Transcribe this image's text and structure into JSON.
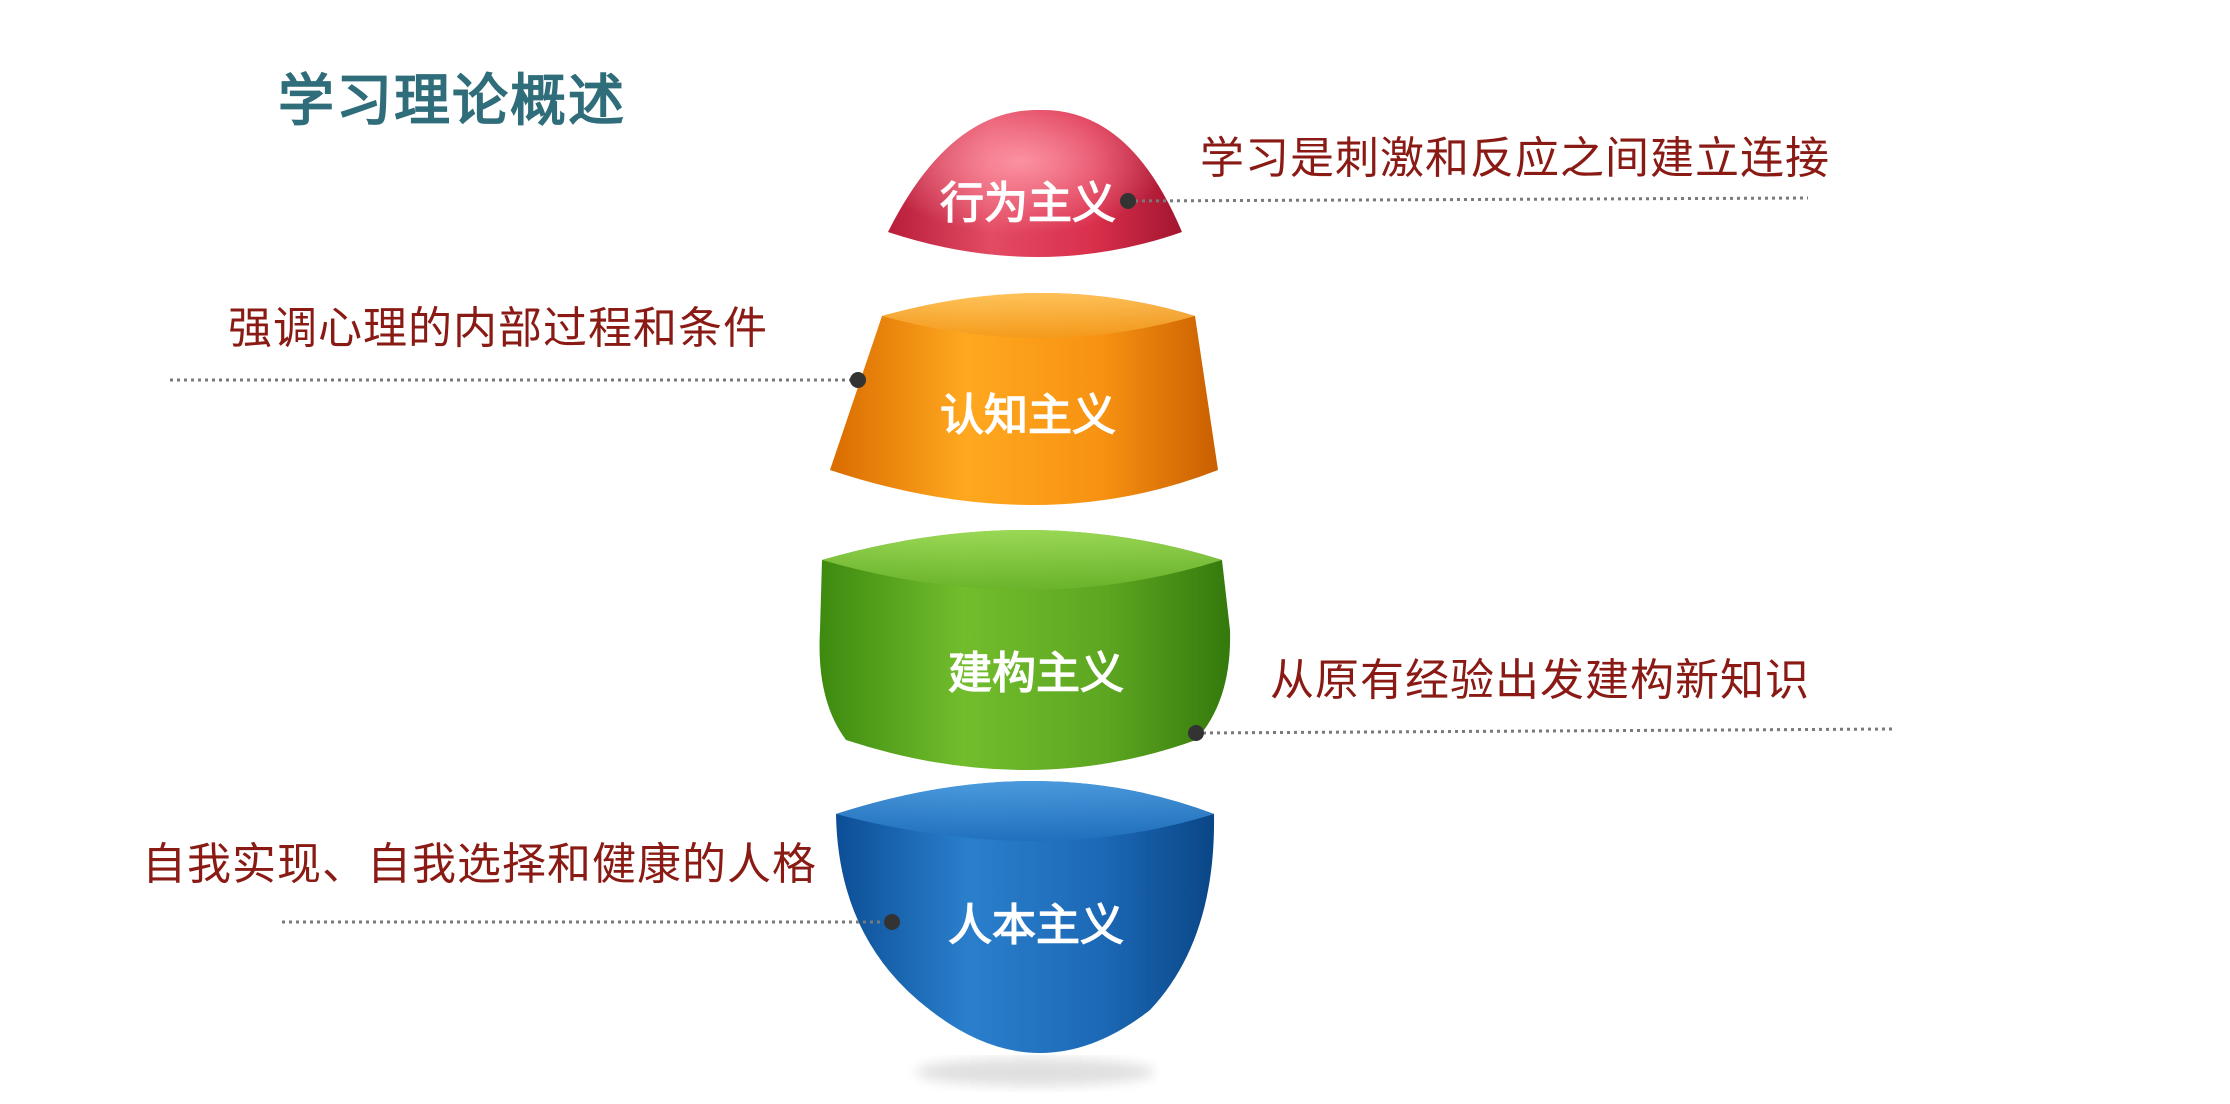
{
  "slide": {
    "title": "学习理论概述"
  },
  "layers": [
    {
      "id": "behaviorism",
      "label": "行为主义",
      "description": "学习是刺激和反应之间建立连接",
      "color": "#d8334f"
    },
    {
      "id": "cognitivism",
      "label": "认知主义",
      "description": "强调心理的内部过程和条件",
      "color": "#f0900a"
    },
    {
      "id": "constructivism",
      "label": "建构主义",
      "description": "从原有经验出发建构新知识",
      "color": "#5aa51f"
    },
    {
      "id": "humanism",
      "label": "人本主义",
      "description": "自我实现、自我选择和健康的人格",
      "color": "#1a6ab8"
    }
  ]
}
